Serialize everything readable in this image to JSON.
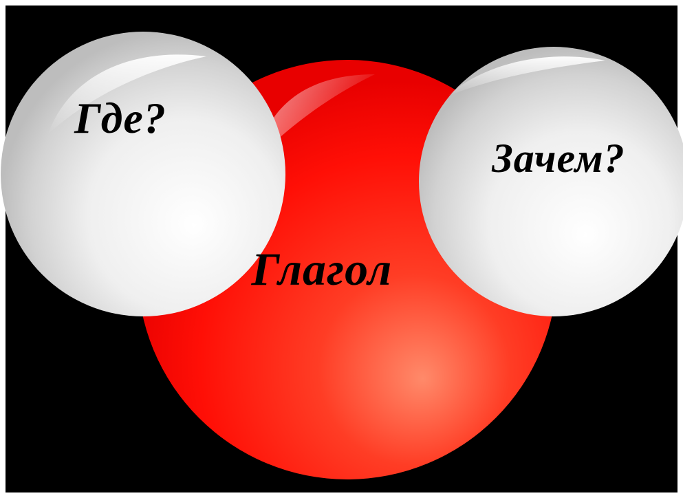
{
  "colors": {
    "frame": "#ffffff",
    "background": "#000000",
    "center_atom": "#ff1a0d",
    "side_atoms": "#e6e6e6",
    "text": "#000000"
  },
  "molecule": {
    "center_atom": {
      "label": "Глагол"
    },
    "left_atom": {
      "label": "Где?"
    },
    "right_atom": {
      "label": "Зачем?"
    }
  }
}
